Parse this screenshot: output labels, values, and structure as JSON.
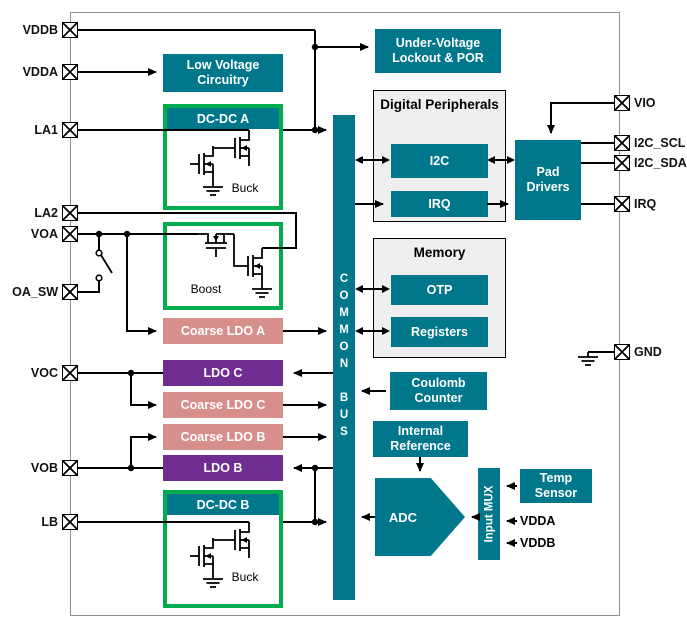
{
  "pins": {
    "left": [
      {
        "label": "VDDB"
      },
      {
        "label": "VDDA"
      },
      {
        "label": "LA1"
      },
      {
        "label": "LA2"
      },
      {
        "label": "VOA"
      },
      {
        "label": "OA_SW"
      },
      {
        "label": "VOC"
      },
      {
        "label": "VOB"
      },
      {
        "label": "LB"
      }
    ],
    "right": [
      {
        "label": "VIO"
      },
      {
        "label": "I2C_SCL"
      },
      {
        "label": "I2C_SDA"
      },
      {
        "label": "IRQ"
      },
      {
        "label": "GND"
      }
    ]
  },
  "blocks": {
    "low_voltage_circuitry": "Low Voltage Circuitry",
    "dcdc_a": {
      "title": "DC-DC A",
      "mode": "Buck"
    },
    "boost": {
      "mode": "Boost"
    },
    "coarse_ldo_a": "Coarse LDO A",
    "ldo_c": "LDO C",
    "coarse_ldo_c": "Coarse LDO C",
    "coarse_ldo_b": "Coarse LDO B",
    "ldo_b": "LDO B",
    "dcdc_b": {
      "title": "DC-DC B",
      "mode": "Buck"
    },
    "common_bus": "COMMON BUS",
    "uvlo": "Under-Voltage Lockout & POR",
    "digital_peripherals": {
      "title": "Digital Peripherals",
      "i2c": "I2C",
      "irq": "IRQ"
    },
    "pad_drivers": "Pad Drivers",
    "memory": {
      "title": "Memory",
      "otp": "OTP",
      "registers": "Registers"
    },
    "coulomb_counter": "Coulomb Counter",
    "internal_reference": "Internal Reference",
    "adc": "ADC",
    "input_mux": "Input MUX",
    "temp_sensor": "Temp Sensor",
    "mux_inputs": [
      {
        "label": "VDDA"
      },
      {
        "label": "VDDB"
      }
    ]
  },
  "colors": {
    "teal": "#00778B",
    "green": "#00AC4E",
    "salmon": "#D78F8C",
    "purple": "#6F2C91",
    "panel_gray": "#EFEFEF",
    "wire": "#000000"
  }
}
